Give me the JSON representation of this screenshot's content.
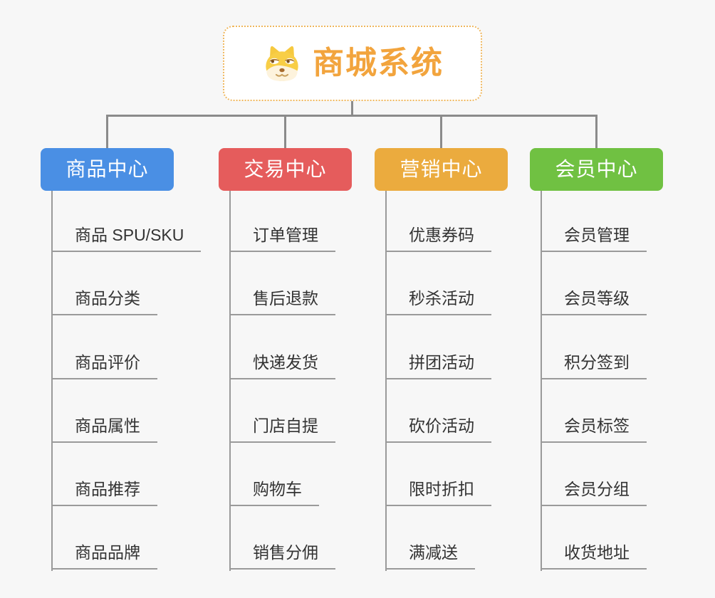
{
  "root": {
    "title": "商城系统",
    "icon": "doge-icon"
  },
  "colors": {
    "background": "#f7f7f7",
    "connector": "#8b8b8b",
    "leaf_line": "#9a9a9a",
    "leaf_text": "#333333",
    "root_title": "#f2a43d",
    "root_border": "#efb75e"
  },
  "branches": [
    {
      "label": "商品中心",
      "color": "#4a8fe4",
      "items": [
        "商品 SPU/SKU",
        "商品分类",
        "商品评价",
        "商品属性",
        "商品推荐",
        "商品品牌"
      ]
    },
    {
      "label": "交易中心",
      "color": "#e55c5c",
      "items": [
        "订单管理",
        "售后退款",
        "快递发货",
        "门店自提",
        "购物车",
        "销售分佣"
      ]
    },
    {
      "label": "营销中心",
      "color": "#ebab3e",
      "items": [
        "优惠券码",
        "秒杀活动",
        "拼团活动",
        "砍价活动",
        "限时折扣",
        "满减送"
      ]
    },
    {
      "label": "会员中心",
      "color": "#70c142",
      "items": [
        "会员管理",
        "会员等级",
        "积分签到",
        "会员标签",
        "会员分组",
        "收货地址"
      ]
    }
  ]
}
